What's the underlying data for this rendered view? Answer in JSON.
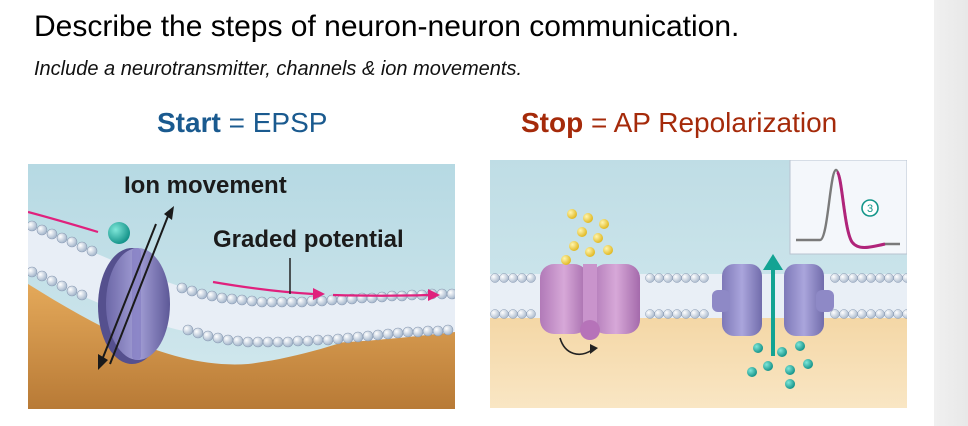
{
  "question": {
    "title": "Describe the steps of neuron-neuron communication.",
    "subtitle": "Include a neurotransmitter, channels & ion movements."
  },
  "start": {
    "keyword": "Start",
    "separator": " = ",
    "value": "EPSP",
    "color": "#1a5a8f"
  },
  "stop": {
    "keyword": "Stop",
    "separator": " = ",
    "value": "AP Repolarization",
    "color": "#a52a0a"
  },
  "left_diagram": {
    "ion_movement_label": "Ion movement",
    "graded_potential_label": "Graded potential"
  },
  "right_diagram": {
    "inset_step_number": "3"
  }
}
